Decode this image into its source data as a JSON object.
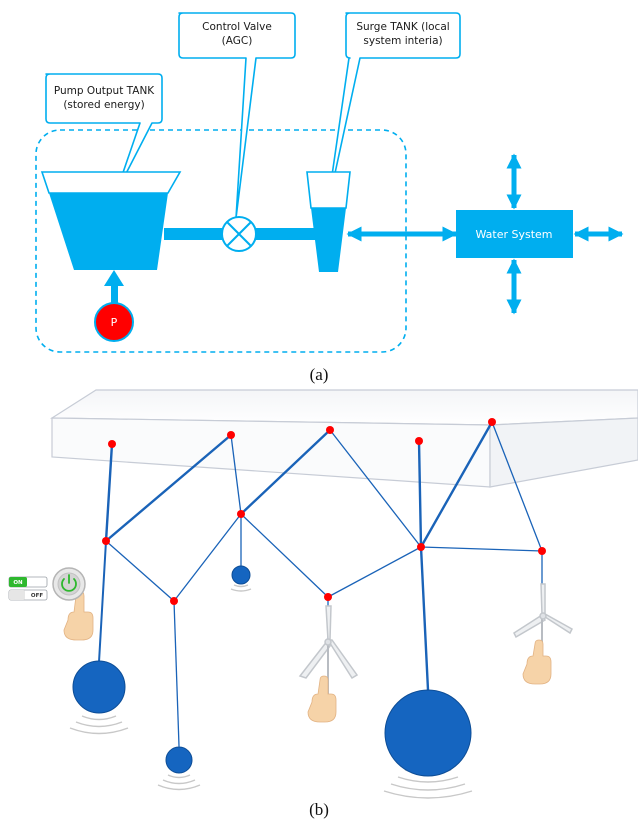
{
  "panel_a": {
    "callouts": {
      "control_valve": [
        "Control Valve",
        "(AGC)"
      ],
      "surge_tank": [
        "Surge TANK (local",
        "system interia)"
      ],
      "pump_tank": [
        "Pump Output TANK",
        "(stored energy)"
      ]
    },
    "pump_label": "P",
    "water_system_label": "Water System",
    "caption": "(a)"
  },
  "panel_b": {
    "toggle_on": "ON",
    "toggle_off": "OFF",
    "caption": "(b)"
  },
  "colors": {
    "accent": "#00aeef",
    "pump": "#ff0000",
    "mass": "#1565c0",
    "node": "#ff0000",
    "line": "#1a63b8",
    "skin": "#f6d3a8",
    "switch_on": "#2eb82e"
  }
}
